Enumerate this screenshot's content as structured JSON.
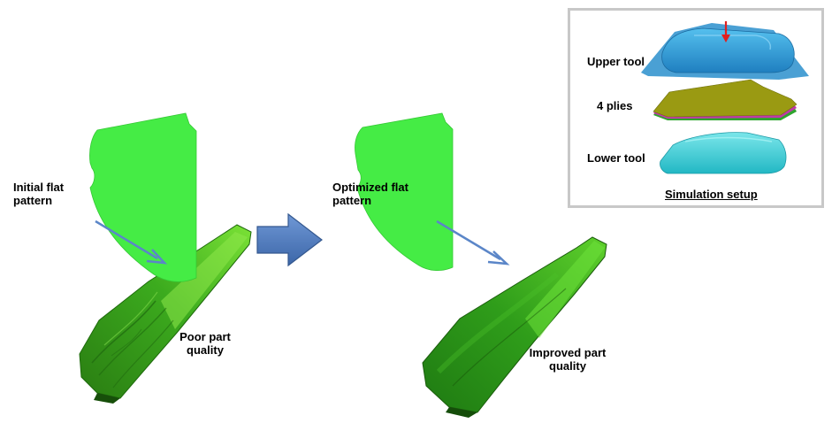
{
  "labels": {
    "initial": "Initial flat\npattern",
    "optimized": "Optimized flat\npattern",
    "poor": "Poor part\nquality",
    "improved": "Improved part\nquality"
  },
  "inset": {
    "upper_tool": "Upper tool",
    "plies": "4 plies",
    "lower_tool": "Lower tool",
    "caption": "Simulation setup"
  },
  "colors": {
    "flat_pattern": "#44ee44",
    "part_dark": "#2e9a16",
    "part_light": "#5ed82a",
    "arrow": "#5b86c8",
    "block_arrow": "#4f7dbf",
    "upper_tool": "#2f9fd8",
    "lower_tool": "#34cfd6",
    "ply_olive": "#9a9a12",
    "ply_magenta": "#c03aa8",
    "ply_green": "#2ea52e",
    "press_arrow": "#e02020"
  }
}
